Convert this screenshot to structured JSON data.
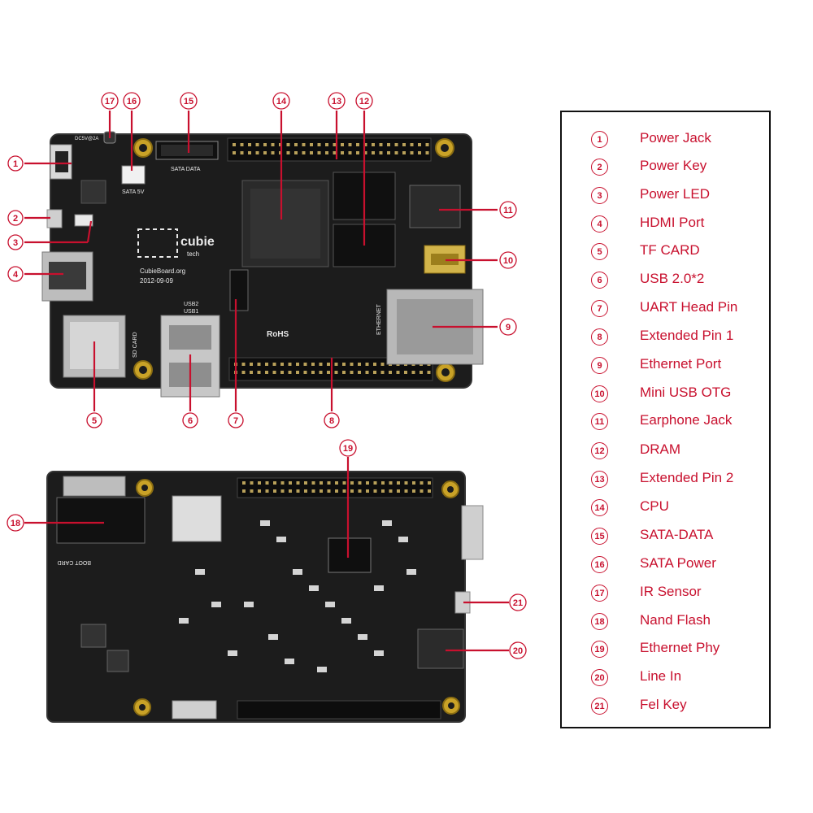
{
  "legend": [
    {
      "num": "1",
      "label": "Power  Jack"
    },
    {
      "num": "2",
      "label": "Power Key"
    },
    {
      "num": "3",
      "label": "Power LED"
    },
    {
      "num": "4",
      "label": "HDMI Port"
    },
    {
      "num": "5",
      "label": "TF CARD"
    },
    {
      "num": "6",
      "label": "USB 2.0*2"
    },
    {
      "num": "7",
      "label": "UART Head Pin"
    },
    {
      "num": "8",
      "label": "Extended Pin 1"
    },
    {
      "num": "9",
      "label": "Ethernet Port"
    },
    {
      "num": "10",
      "label": "Mini USB OTG"
    },
    {
      "num": "11",
      "label": "Earphone Jack"
    },
    {
      "num": "12",
      "label": "DRAM"
    },
    {
      "num": "13",
      "label": "Extended Pin 2"
    },
    {
      "num": "14",
      "label": "CPU"
    },
    {
      "num": "15",
      "label": "SATA-DATA"
    },
    {
      "num": "16",
      "label": "SATA  Power"
    },
    {
      "num": "17",
      "label": "IR  Sensor"
    },
    {
      "num": "18",
      "label": "Nand Flash"
    },
    {
      "num": "19",
      "label": "Ethernet Phy"
    },
    {
      "num": "20",
      "label": "Line In"
    },
    {
      "num": "21",
      "label": "Fel Key"
    }
  ],
  "board_silkscreen": {
    "brand": "cubie",
    "brand_sub": "tech",
    "site": "CubieBoard.org",
    "date": "2012-09-09",
    "sata_data": "SATA DATA",
    "sata_power": "SATA 5V",
    "dc": "DC5V@2A",
    "usb2": "USB2",
    "usb1": "USB1",
    "sd_card": "SD CARD",
    "ethernet": "ETHERNET",
    "rohs": "RoHS",
    "boot_card": "BOOT CARD"
  },
  "colors": {
    "accent": "#c8102e",
    "pcb": "#1c1c1c",
    "background": "#ffffff"
  }
}
